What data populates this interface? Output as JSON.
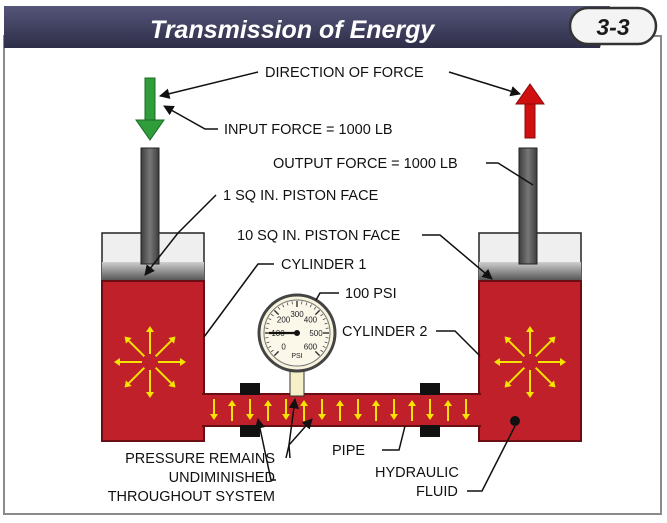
{
  "header": {
    "title": "Transmission of Energy",
    "badge": "3-3"
  },
  "labels": {
    "direction_of_force": "DIRECTION OF FORCE",
    "input_force": "INPUT FORCE = 1000 LB",
    "output_force": "OUTPUT FORCE = 1000 LB",
    "piston_face_1": "1 SQ IN. PISTON FACE",
    "piston_face_10": "10 SQ IN. PISTON FACE",
    "cylinder_1": "CYLINDER 1",
    "cylinder_2": "CYLINDER 2",
    "gauge_reading": "100 PSI",
    "pipe": "PIPE",
    "hydraulic_line1": "HYDRAULIC",
    "hydraulic_line2": "FLUID",
    "pressure_line1": "PRESSURE REMAINS",
    "pressure_line2": "UNDIMINISHED",
    "pressure_line3": "THROUGHOUT SYSTEM"
  },
  "gauge": {
    "unit": "PSI",
    "ticks": [
      "0",
      "100",
      "200",
      "300",
      "400",
      "500",
      "600"
    ],
    "reading": 100
  },
  "colors": {
    "banner": "#3d3d5c",
    "frame_border": "#888888",
    "fluid": "#c0202a",
    "fluid_dark": "#8a121a",
    "pressure_arrow": "#f5e400",
    "input_arrow": "#2e9d3a",
    "output_arrow": "#d01010",
    "rod": "#555555",
    "cylinder_empty": "#efefef"
  }
}
